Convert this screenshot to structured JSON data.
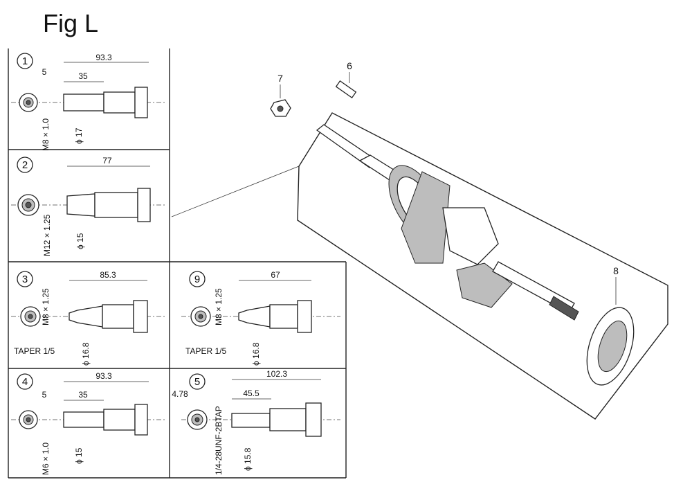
{
  "title": "Fig L",
  "variants": [
    {
      "num": "1",
      "overall": "93.3",
      "inner": "35",
      "offset": "5",
      "thread": "M8 × 1.0",
      "dia": "ϕ 17"
    },
    {
      "num": "2",
      "overall": "77",
      "thread": "M12 × 1.25",
      "dia": "ϕ 15"
    },
    {
      "num": "3",
      "overall": "85.3",
      "thread": "M8 × 1.25",
      "dia": "ϕ 16.8",
      "taper": "TAPER 1/5"
    },
    {
      "num": "9",
      "overall": "67",
      "thread": "M8 × 1.25",
      "dia": "ϕ 16.8",
      "taper": "TAPER 1/5"
    },
    {
      "num": "4",
      "overall": "93.3",
      "inner": "35",
      "offset": "5",
      "thread": "M6 × 1.0",
      "dia": "ϕ 15"
    },
    {
      "num": "5",
      "overall": "102.3",
      "inner": "45.5",
      "offset": "4.78",
      "thread": "1/4-28UNF-2BTAP",
      "dia": "ϕ 15.8"
    }
  ],
  "callouts": {
    "c6": "6",
    "c7": "7",
    "c8": "8"
  }
}
